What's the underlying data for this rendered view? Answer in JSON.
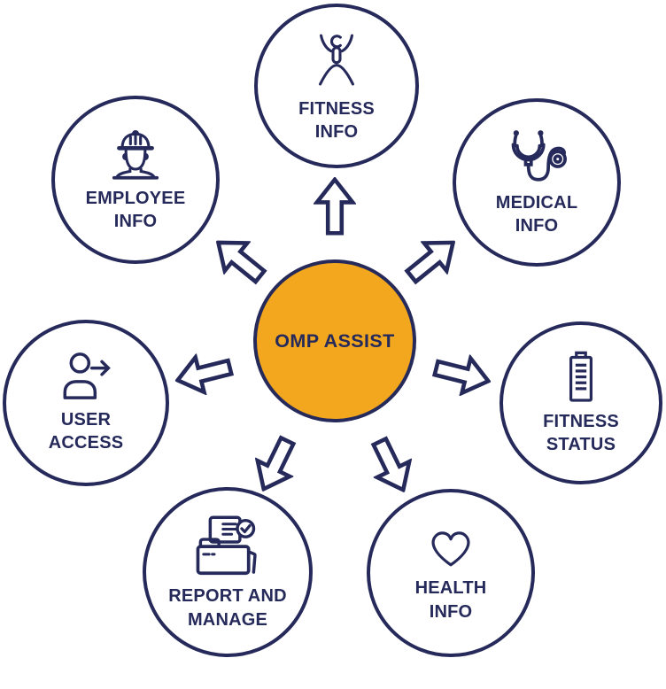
{
  "center": {
    "label": "OMP ASSIST"
  },
  "nodes": {
    "fitness_info": {
      "line1": "FITNESS",
      "line2": "INFO",
      "icon": "fitness-stretch-icon"
    },
    "employee_info": {
      "line1": "EMPLOYEE",
      "line2": "INFO",
      "icon": "worker-hard-hat-icon"
    },
    "medical_info": {
      "line1": "MEDICAL",
      "line2": "INFO",
      "icon": "stethoscope-icon"
    },
    "user_access": {
      "line1": "USER",
      "line2": "ACCESS",
      "icon": "person-arrow-icon"
    },
    "fitness_status": {
      "line1": "FITNESS",
      "line2": "STATUS",
      "icon": "battery-icon"
    },
    "report_manage": {
      "line1": "REPORT AND",
      "line2": "MANAGE",
      "icon": "folder-check-icon"
    },
    "health_info": {
      "line1": "HEALTH",
      "line2": "INFO",
      "icon": "heart-icon"
    }
  },
  "decorations": {
    "arrow_icon": "block-arrow-outline",
    "arrow_count": 7,
    "arrow_directions": [
      "up",
      "up-left",
      "up-right",
      "left",
      "right",
      "down-left",
      "down-right"
    ]
  },
  "colors": {
    "navy": "#262A5B",
    "orange": "#F2A71F",
    "background": "#FFFFFF"
  }
}
